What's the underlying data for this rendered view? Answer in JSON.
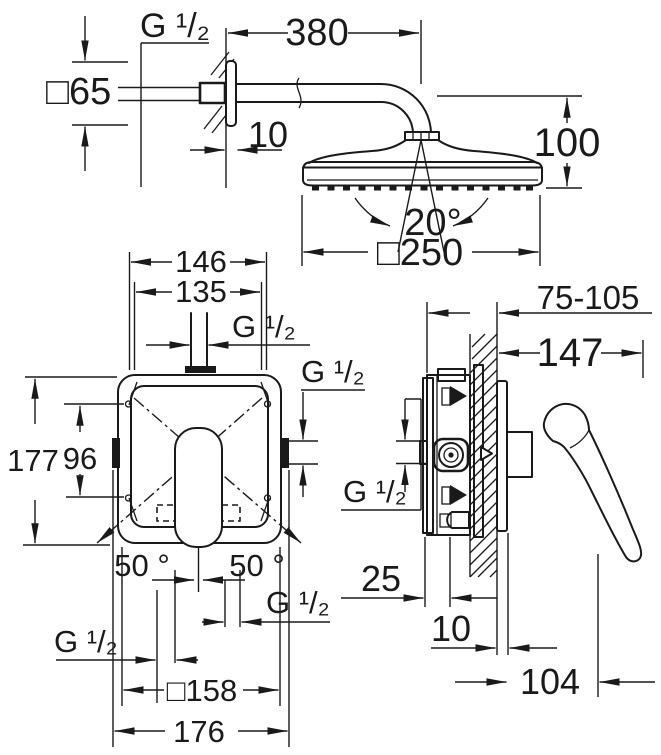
{
  "meta": {
    "drawing_type": "technical dimension drawing",
    "subject": "shower system: head shower with arm, concealed single-lever mixer (front and side views)",
    "background_color": "#ffffff",
    "line_color": "#1a1a1a"
  },
  "shower_head_view": {
    "wall_thread_label": "G ¹/₂",
    "arm_length": "380",
    "flange_size": "□65",
    "flange_thickness": "10",
    "head_height": "100",
    "spray_angle": "20°",
    "head_size": "□250"
  },
  "front_view": {
    "width_mounting": "146",
    "width_inner": "135",
    "top_port_thread": "G ¹/₂",
    "right_port_thread": "G ¹/₂",
    "height_plate": "177",
    "height_ports": "96",
    "swing_angle_left": "50 °",
    "swing_angle_right": "50 °",
    "bottom_left_port_thread": "G ¹/₂",
    "bottom_right_port_thread": "G ¹/₂",
    "plate_size": "□158",
    "width_overall": "176"
  },
  "side_view": {
    "installation_depth_range": "75-105",
    "handle_projection": "147",
    "side_port_thread": "G ¹/₂",
    "bracket_depth": "25",
    "trim_thickness": "10",
    "handle_depth": "104"
  }
}
